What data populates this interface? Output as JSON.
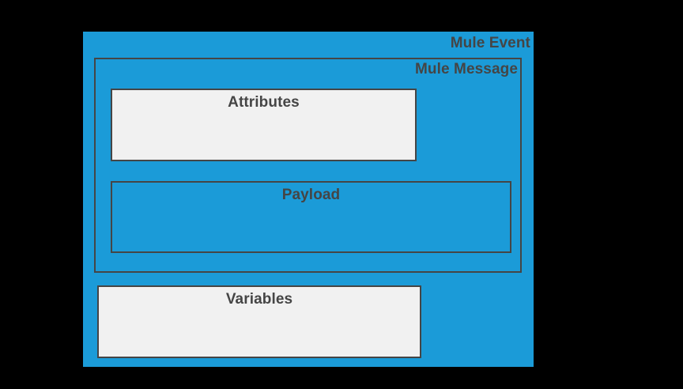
{
  "diagram": {
    "title": "Mule Event",
    "background_color": "#000000",
    "panel_blue": "#1B9BD8",
    "panel_light": "#F1F1F1",
    "border_color": "#454545",
    "text_color": "#454545",
    "mule_event": {
      "label": "Mule Event",
      "fill": "#1B9BD8",
      "children": {
        "mule_message": {
          "label": "Mule Message",
          "fill": "#1B9BD8",
          "children": {
            "attributes": {
              "label": "Attributes",
              "fill": "#F1F1F1"
            },
            "payload": {
              "label": "Payload",
              "fill": "#1B9BD8"
            }
          }
        },
        "variables": {
          "label": "Variables",
          "fill": "#F1F1F1"
        }
      }
    }
  }
}
